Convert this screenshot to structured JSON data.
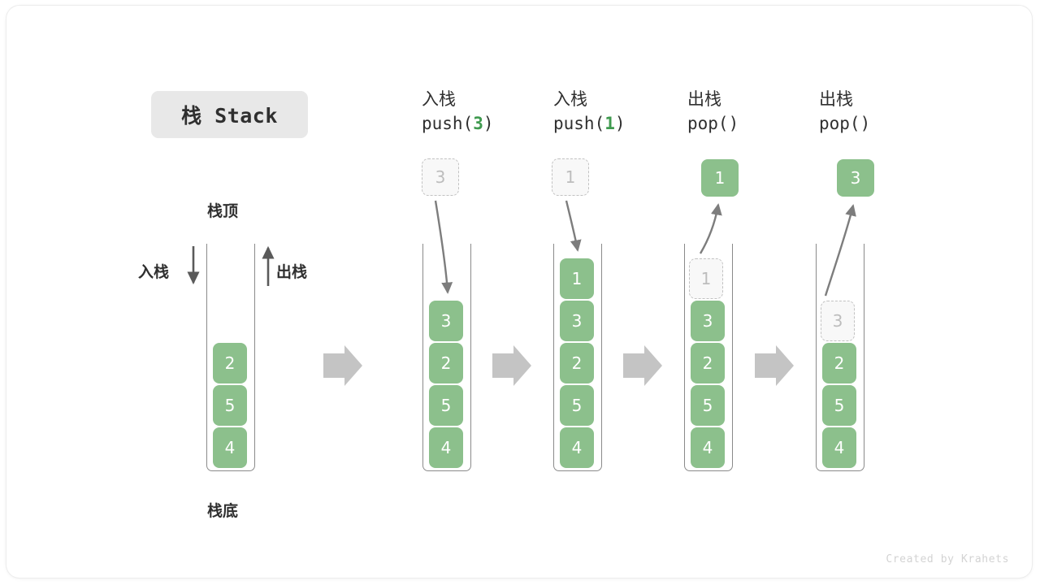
{
  "title": {
    "text": "栈 Stack"
  },
  "labels": {
    "top": "栈顶",
    "bottom": "栈底",
    "push": "入栈",
    "pop": "出栈"
  },
  "colors": {
    "element_green": "#8cc08c",
    "accent_green": "#3f9a4f",
    "ghost_fill": "#f8f8f8",
    "ghost_border": "#c2c2c2",
    "tube_stroke": "#8a8a8a",
    "arrow_gray": "#c4c4c4",
    "text_dark": "#2f2f2f",
    "title_pill_bg": "#e8e8e8"
  },
  "columns": [
    {
      "id": "initial",
      "head_cn": "",
      "head_code": "",
      "stack": [
        "2",
        "5",
        "4"
      ],
      "ghost": null,
      "popped": null
    },
    {
      "id": "push-3",
      "head_cn": "入栈",
      "head_code_prefix": "push(",
      "head_code_arg": "3",
      "head_code_suffix": ")",
      "incoming_ghost": "3",
      "stack": [
        "3",
        "2",
        "5",
        "4"
      ],
      "popped": null
    },
    {
      "id": "push-1",
      "head_cn": "入栈",
      "head_code_prefix": "push(",
      "head_code_arg": "1",
      "head_code_suffix": ")",
      "incoming_ghost": "1",
      "stack": [
        "1",
        "3",
        "2",
        "5",
        "4"
      ],
      "popped": null
    },
    {
      "id": "pop-1",
      "head_cn": "出栈",
      "head_code_prefix": "pop(",
      "head_code_arg": "",
      "head_code_suffix": ")",
      "popped": "1",
      "ghost_in_tube": "1",
      "stack": [
        "3",
        "2",
        "5",
        "4"
      ]
    },
    {
      "id": "pop-3",
      "head_cn": "出栈",
      "head_code_prefix": "pop(",
      "head_code_arg": "",
      "head_code_suffix": ")",
      "popped": "3",
      "ghost_in_tube": "3",
      "stack": [
        "2",
        "5",
        "4"
      ]
    }
  ],
  "credit": "Created by Krahets"
}
